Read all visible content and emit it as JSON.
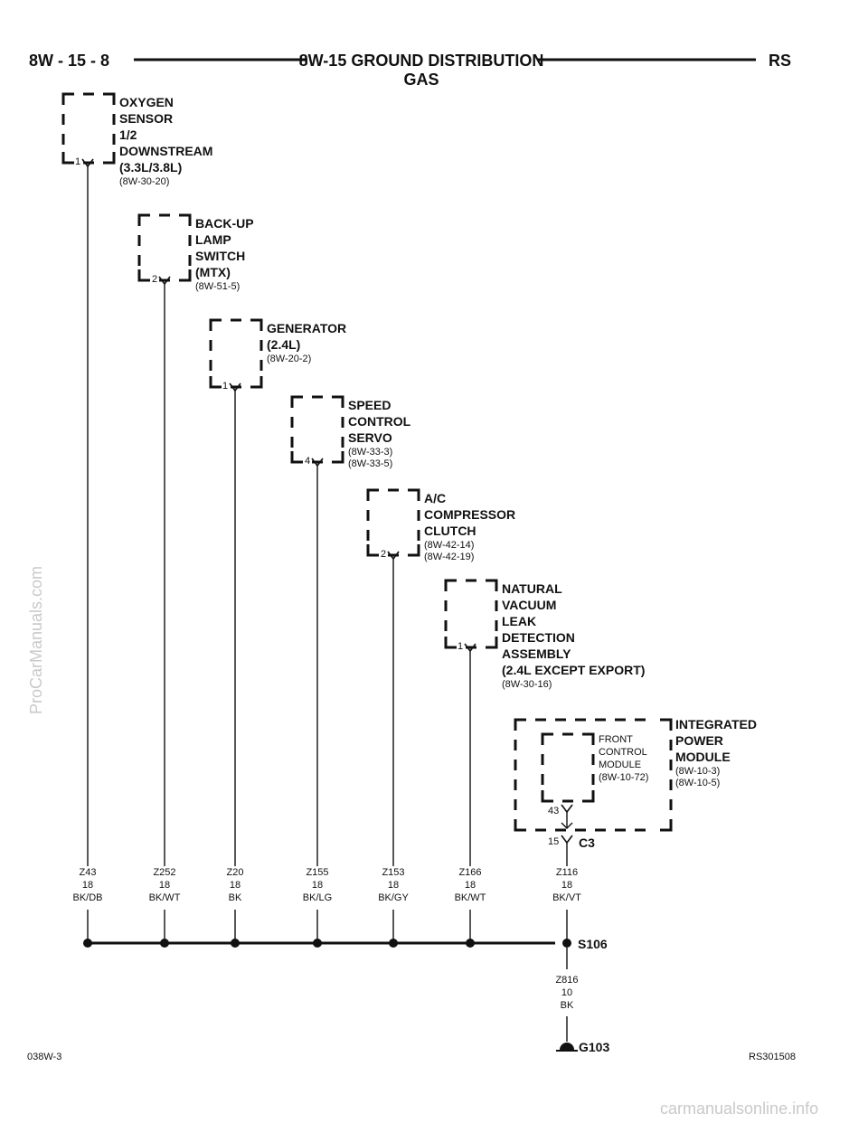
{
  "header": {
    "page": "8W - 15 - 8",
    "title": "8W-15 GROUND DISTRIBUTION",
    "subtitle": "GAS",
    "model": "RS"
  },
  "components": [
    {
      "lines": [
        "OXYGEN",
        "SENSOR",
        "1/2",
        "DOWNSTREAM",
        "(3.3L/3.8L)"
      ],
      "refs": [
        "(8W-30-20)"
      ],
      "pin": "1"
    },
    {
      "lines": [
        "BACK-UP",
        "LAMP",
        "SWITCH",
        "(MTX)"
      ],
      "refs": [
        "(8W-51-5)"
      ],
      "pin": "2"
    },
    {
      "lines": [
        "GENERATOR",
        "(2.4L)"
      ],
      "refs": [
        "(8W-20-2)"
      ],
      "pin": "1"
    },
    {
      "lines": [
        "SPEED",
        "CONTROL",
        "SERVO"
      ],
      "refs": [
        "(8W-33-3)",
        "(8W-33-5)"
      ],
      "pin": "4"
    },
    {
      "lines": [
        "A/C",
        "COMPRESSOR",
        "CLUTCH"
      ],
      "refs": [
        "(8W-42-14)",
        "(8W-42-19)"
      ],
      "pin": "2"
    },
    {
      "lines": [
        "NATURAL",
        "VACUUM",
        "LEAK",
        "DETECTION",
        "ASSEMBLY",
        "(2.4L EXCEPT EXPORT)"
      ],
      "refs": [
        "(8W-30-16)"
      ],
      "pin": "1"
    }
  ],
  "ipm": {
    "lines": [
      "INTEGRATED",
      "POWER",
      "MODULE"
    ],
    "refs": [
      "(8W-10-3)",
      "(8W-10-5)"
    ],
    "inner": {
      "lines": [
        "FRONT",
        "CONTROL",
        "MODULE",
        "(8W-10-72)"
      ],
      "pin": "43"
    },
    "connector_pin": "15",
    "connector": "C3"
  },
  "wires": [
    {
      "circuit": "Z43",
      "gauge": "18",
      "color": "BK/DB"
    },
    {
      "circuit": "Z252",
      "gauge": "18",
      "color": "BK/WT"
    },
    {
      "circuit": "Z20",
      "gauge": "18",
      "color": "BK"
    },
    {
      "circuit": "Z155",
      "gauge": "18",
      "color": "BK/LG"
    },
    {
      "circuit": "Z153",
      "gauge": "18",
      "color": "BK/GY"
    },
    {
      "circuit": "Z166",
      "gauge": "18",
      "color": "BK/WT"
    },
    {
      "circuit": "Z116",
      "gauge": "18",
      "color": "BK/VT"
    }
  ],
  "splice": "S106",
  "ground_wire": {
    "circuit": "Z816",
    "gauge": "10",
    "color": "BK"
  },
  "ground": "G103",
  "footer": {
    "left": "038W-3",
    "right": "RS301508"
  },
  "watermarks": {
    "left": "ProCarManuals.com",
    "bottom": "carmanualsonline.info"
  }
}
